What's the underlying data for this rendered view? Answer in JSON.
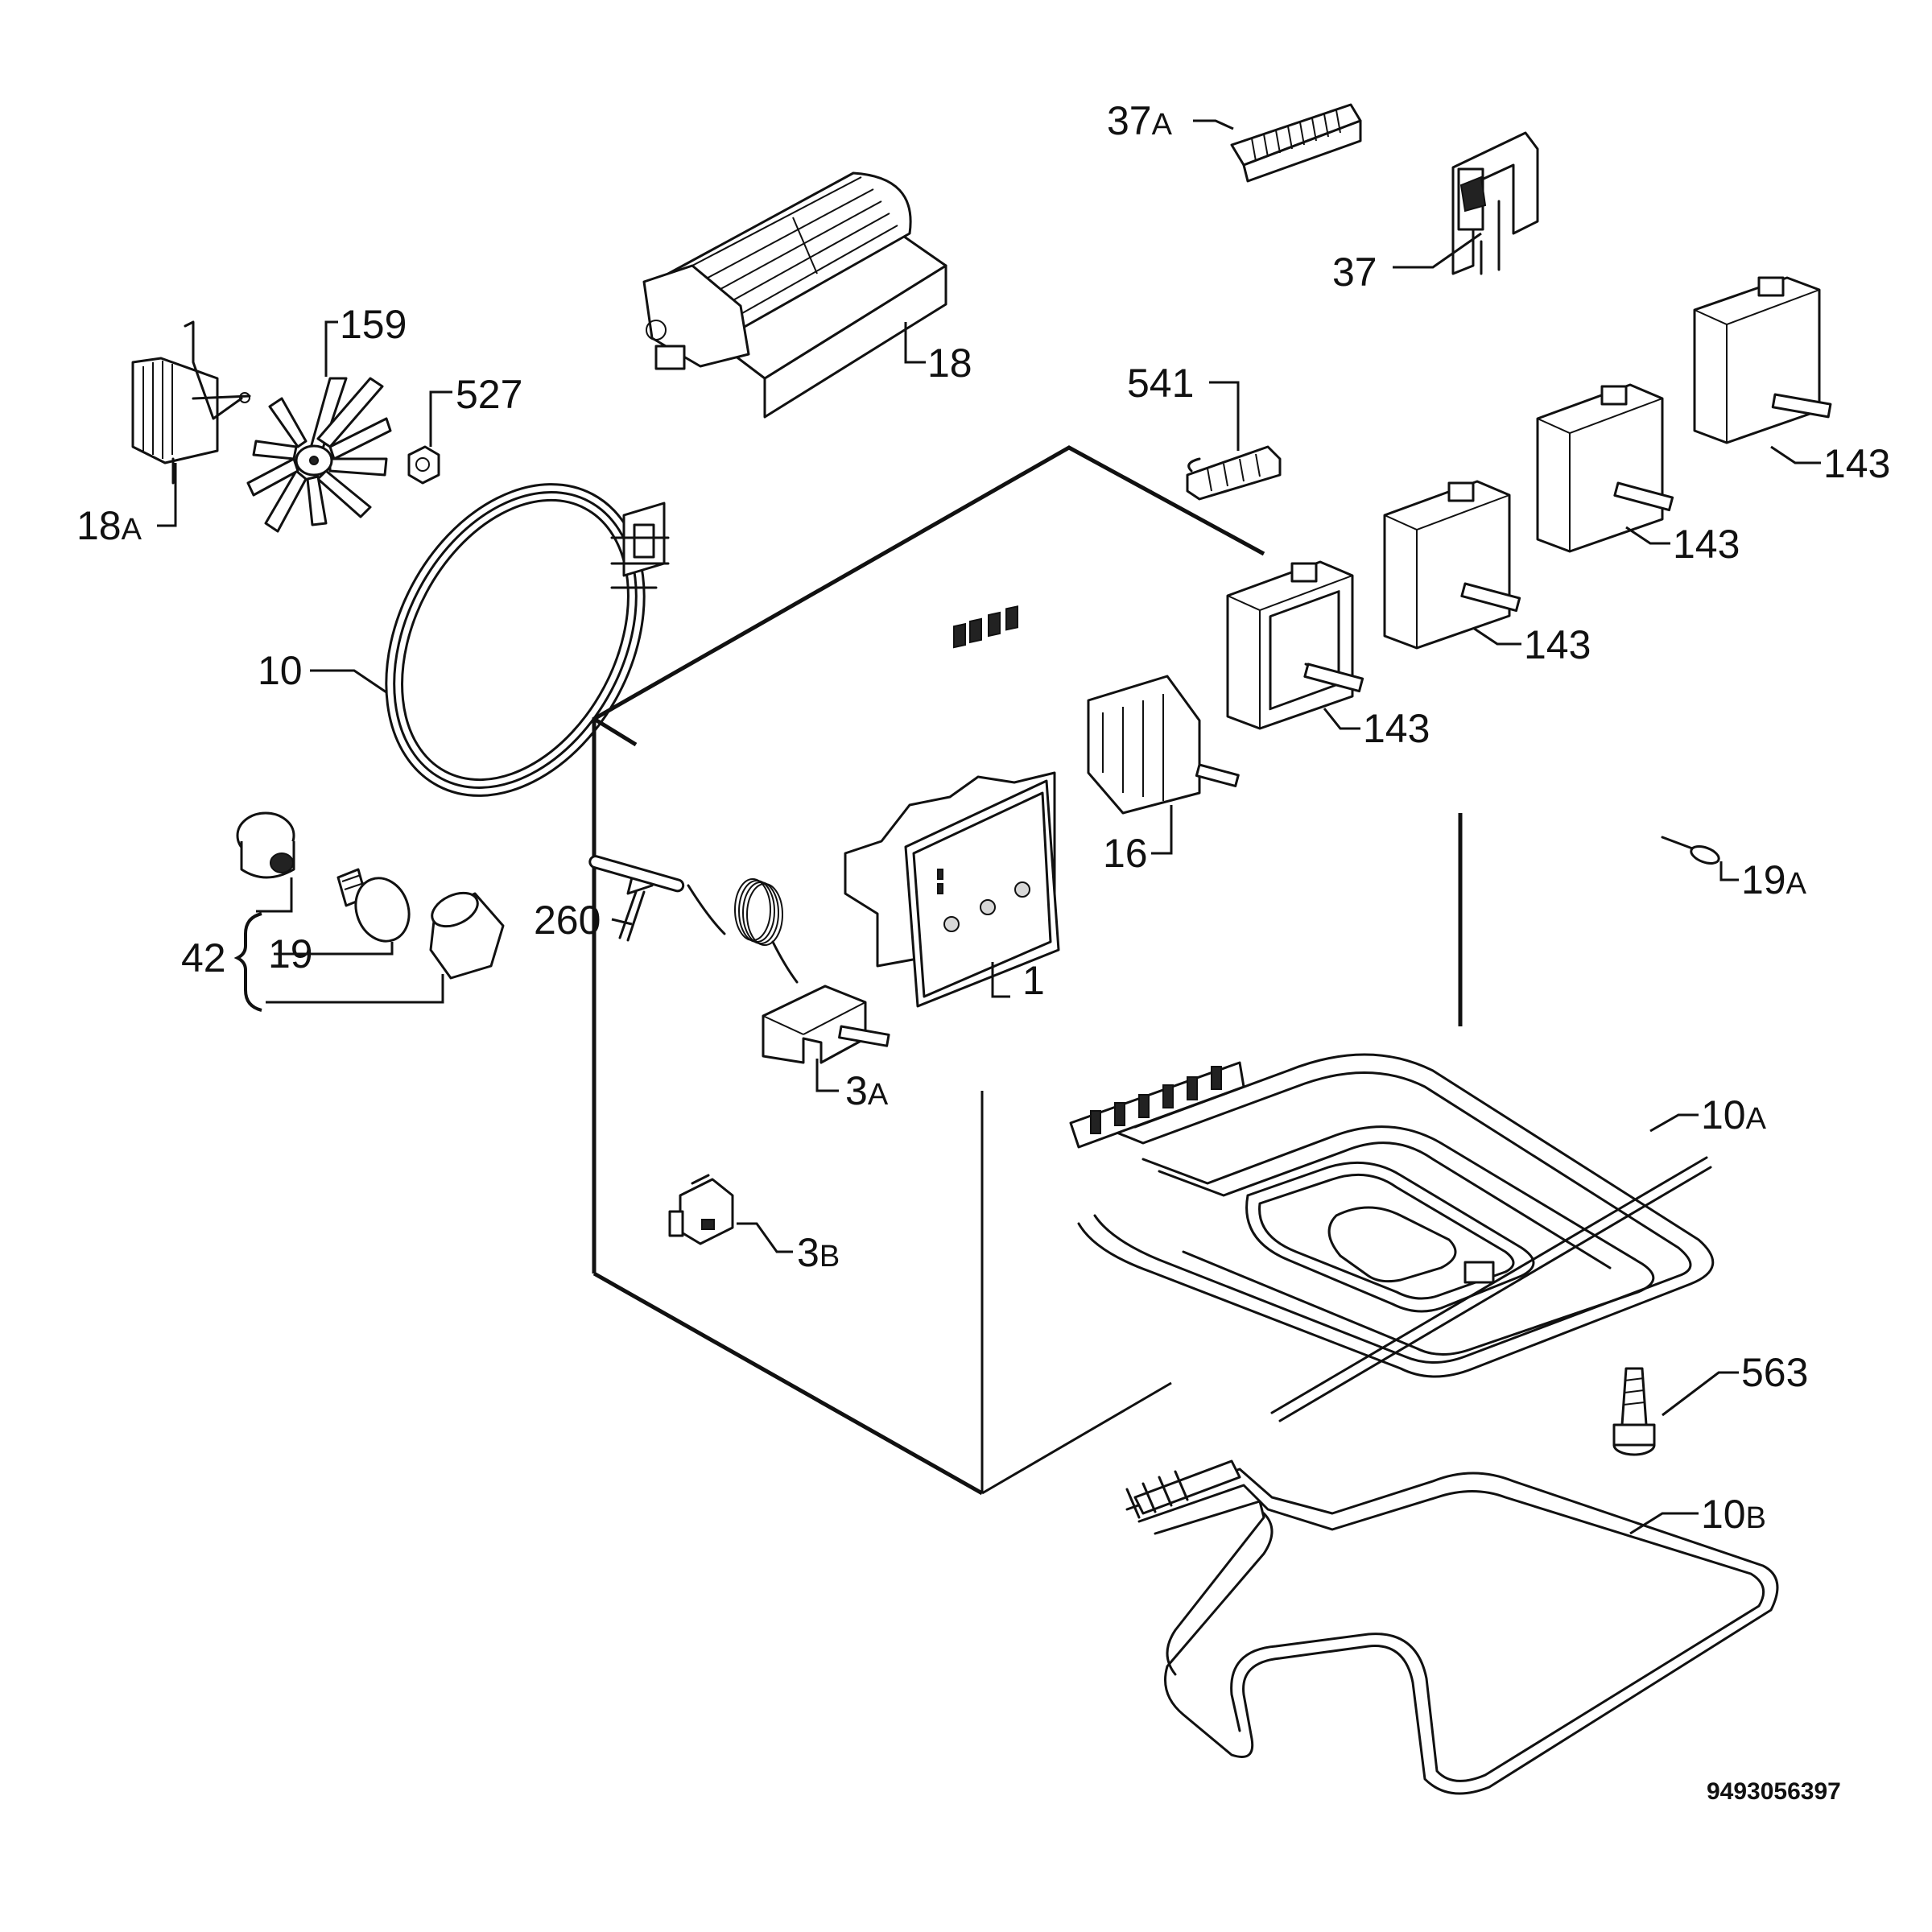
{
  "labels": {
    "l37a": {
      "num": "37",
      "suffix": "A"
    },
    "l37": {
      "num": "37",
      "suffix": ""
    },
    "l18": {
      "num": "18",
      "suffix": ""
    },
    "l159": {
      "num": "159",
      "suffix": ""
    },
    "l527": {
      "num": "527",
      "suffix": ""
    },
    "l18a": {
      "num": "18",
      "suffix": "A"
    },
    "l541": {
      "num": "541",
      "suffix": ""
    },
    "l143a": {
      "num": "143",
      "suffix": ""
    },
    "l143b": {
      "num": "143",
      "suffix": ""
    },
    "l143c": {
      "num": "143",
      "suffix": ""
    },
    "l143d": {
      "num": "143",
      "suffix": ""
    },
    "l10": {
      "num": "10",
      "suffix": ""
    },
    "l16": {
      "num": "16",
      "suffix": ""
    },
    "l19a": {
      "num": "19",
      "suffix": "A"
    },
    "l42": {
      "num": "42",
      "suffix": ""
    },
    "l19": {
      "num": "19",
      "suffix": ""
    },
    "l260": {
      "num": "260",
      "suffix": ""
    },
    "l1": {
      "num": "1",
      "suffix": ""
    },
    "l3a": {
      "num": "3",
      "suffix": "A"
    },
    "l3b": {
      "num": "3",
      "suffix": "B"
    },
    "l10a": {
      "num": "10",
      "suffix": "A"
    },
    "l563": {
      "num": "563",
      "suffix": ""
    },
    "l10b": {
      "num": "10",
      "suffix": "B"
    }
  },
  "document_number": "9493056397"
}
